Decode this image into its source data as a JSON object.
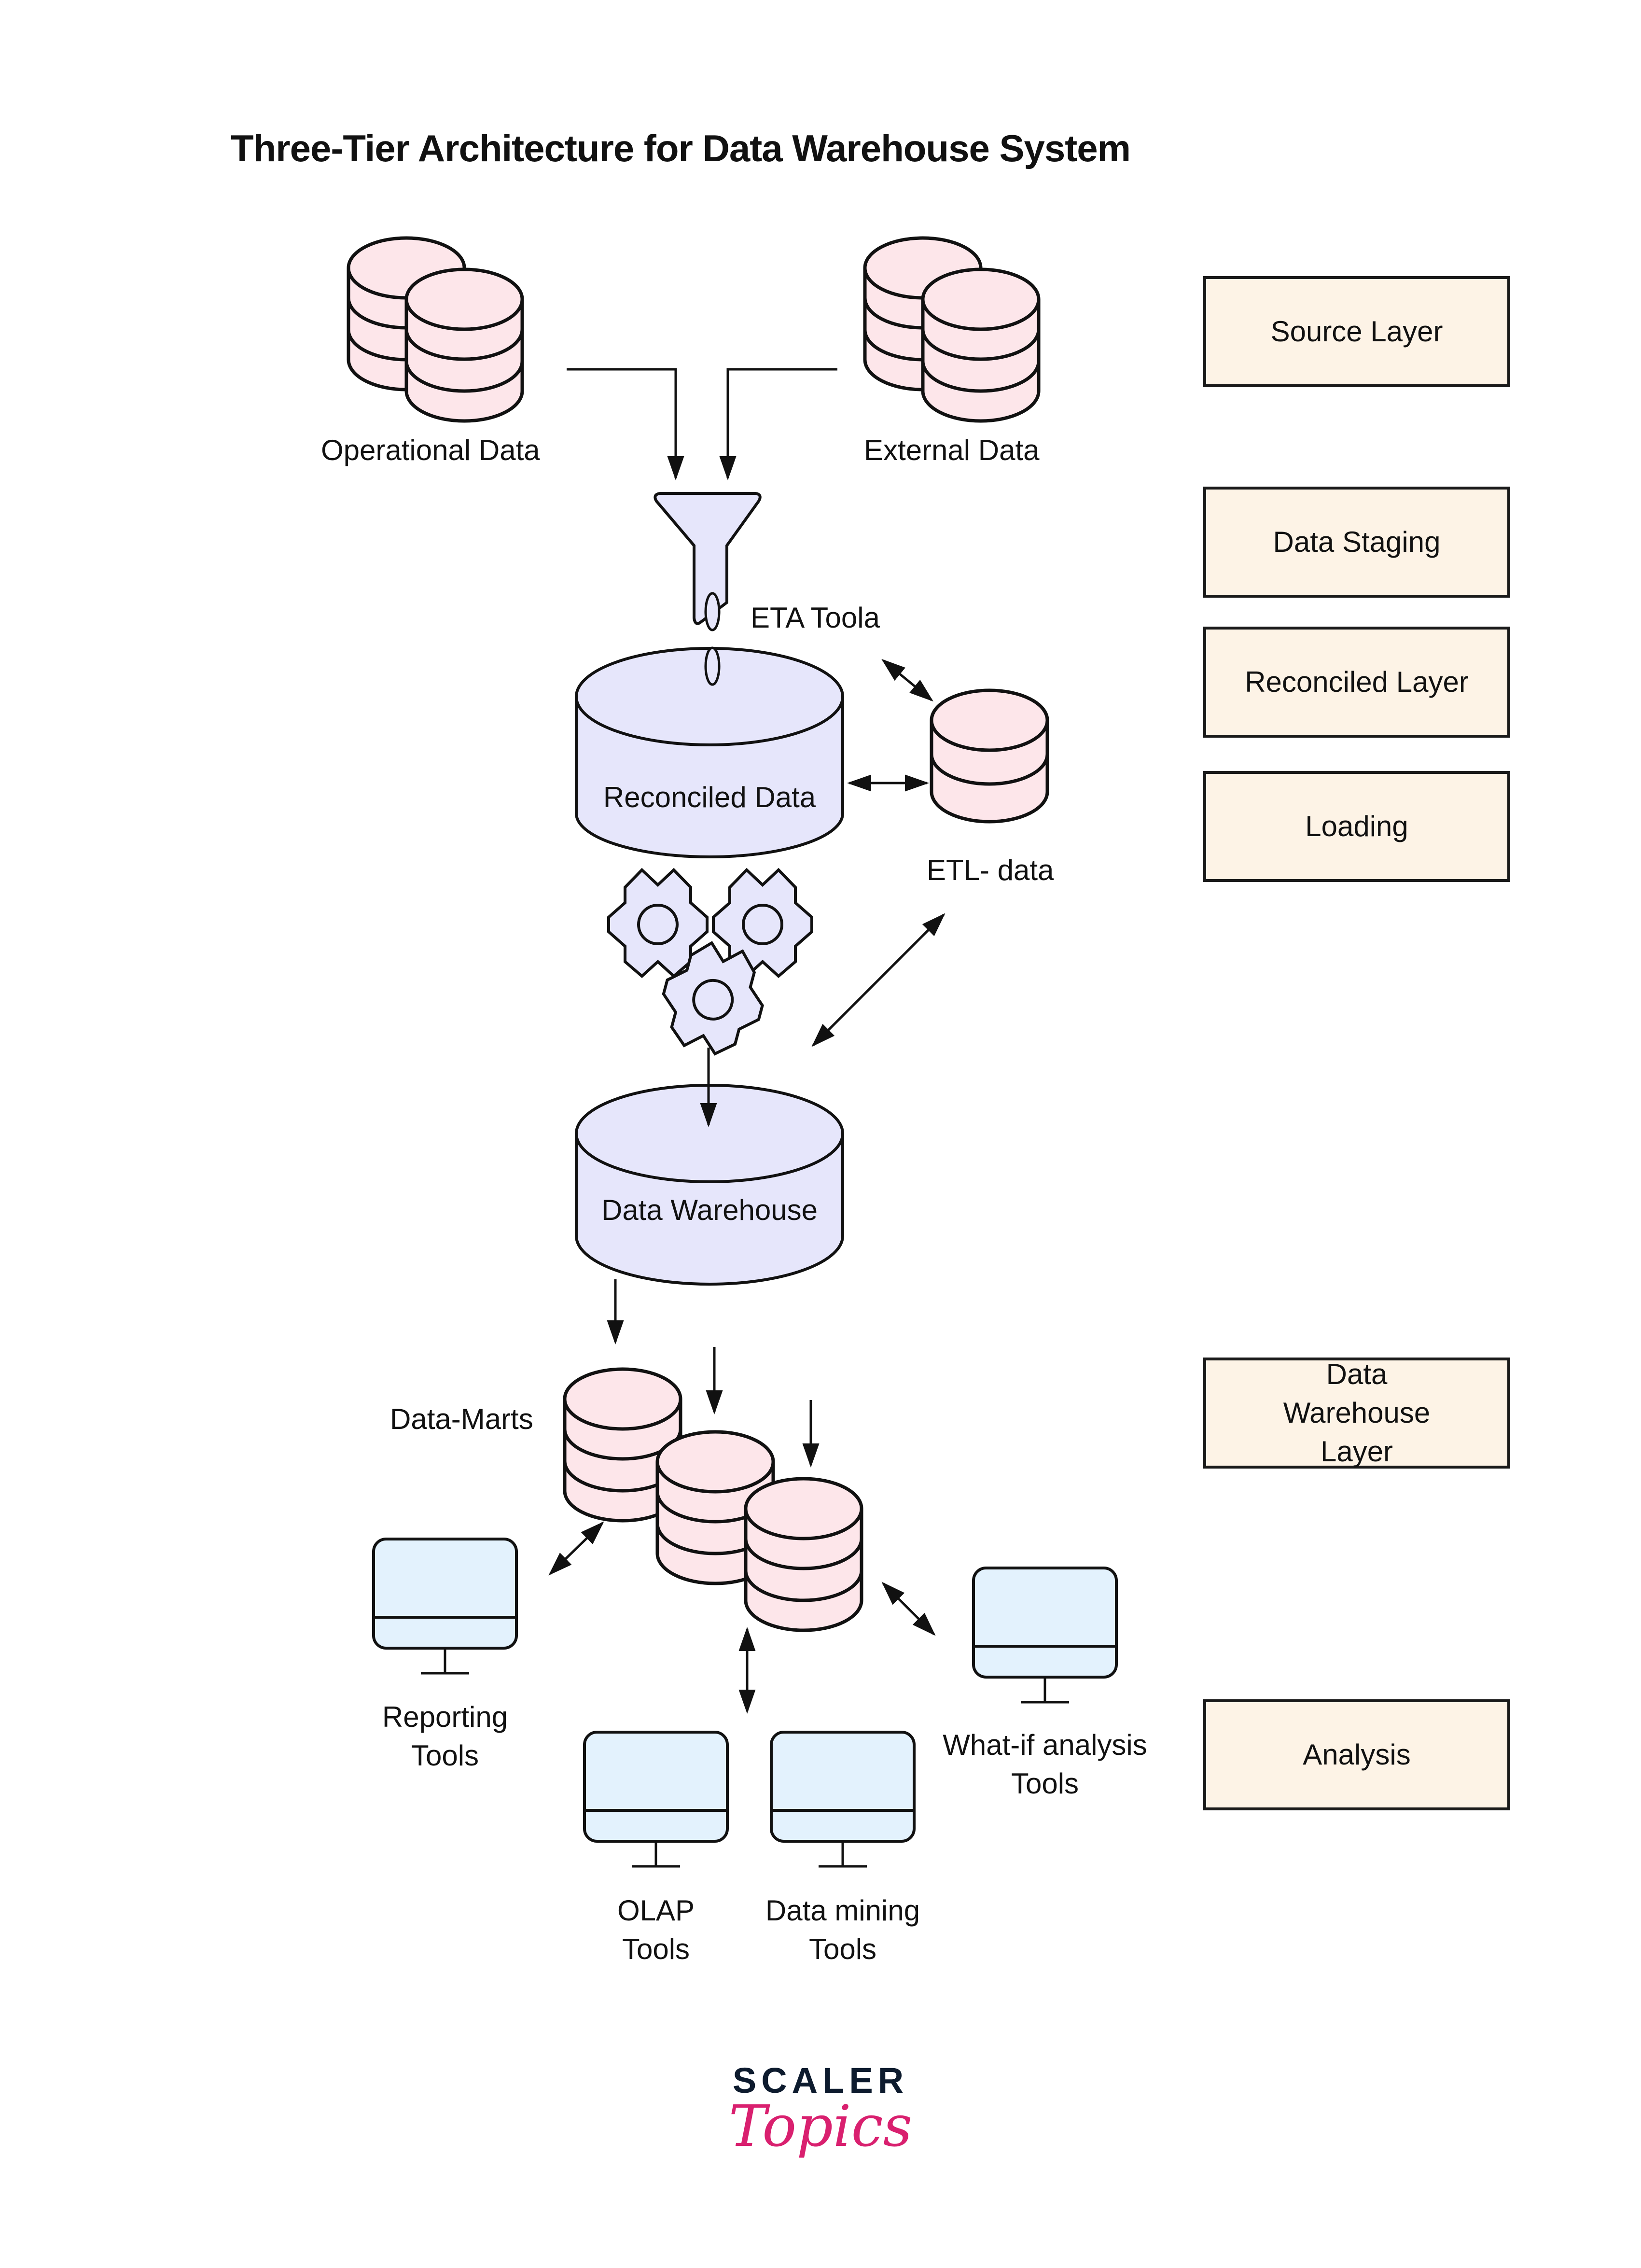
{
  "title": "Three-Tier Architecture for Data Warehouse System",
  "colors": {
    "source_db_fill": "#fde6ea",
    "core_db_fill": "#e6e6fb",
    "monitor_fill": "#e3f2fd",
    "layer_box_fill": "#fdf3e6",
    "stroke": "#111111",
    "logo_primary": "#0d1b2e",
    "logo_accent": "#d9206f"
  },
  "sources": {
    "operational": "Operational Data",
    "external": "External Data"
  },
  "staging": {
    "eta_tools": "ETA Toola",
    "reconciled_data": "Reconciled Data",
    "etl_data": "ETL- data"
  },
  "warehouse": {
    "label": "Data Warehouse",
    "data_marts": "Data-Marts"
  },
  "tools": {
    "reporting": [
      "Reporting",
      "Tools"
    ],
    "olap": [
      "OLAP",
      "Tools"
    ],
    "data_mining": [
      "Data mining",
      "Tools"
    ],
    "what_if": [
      "What-if analysis",
      "Tools"
    ]
  },
  "layers": [
    {
      "label": "Source Layer"
    },
    {
      "label": "Data Staging"
    },
    {
      "label": "Reconciled Layer"
    },
    {
      "label": "Loading"
    },
    {
      "label": "Data Warehouse Layer"
    },
    {
      "label": "Analysis"
    }
  ],
  "logo": {
    "brand": "SCALER",
    "sub": "Topics"
  }
}
